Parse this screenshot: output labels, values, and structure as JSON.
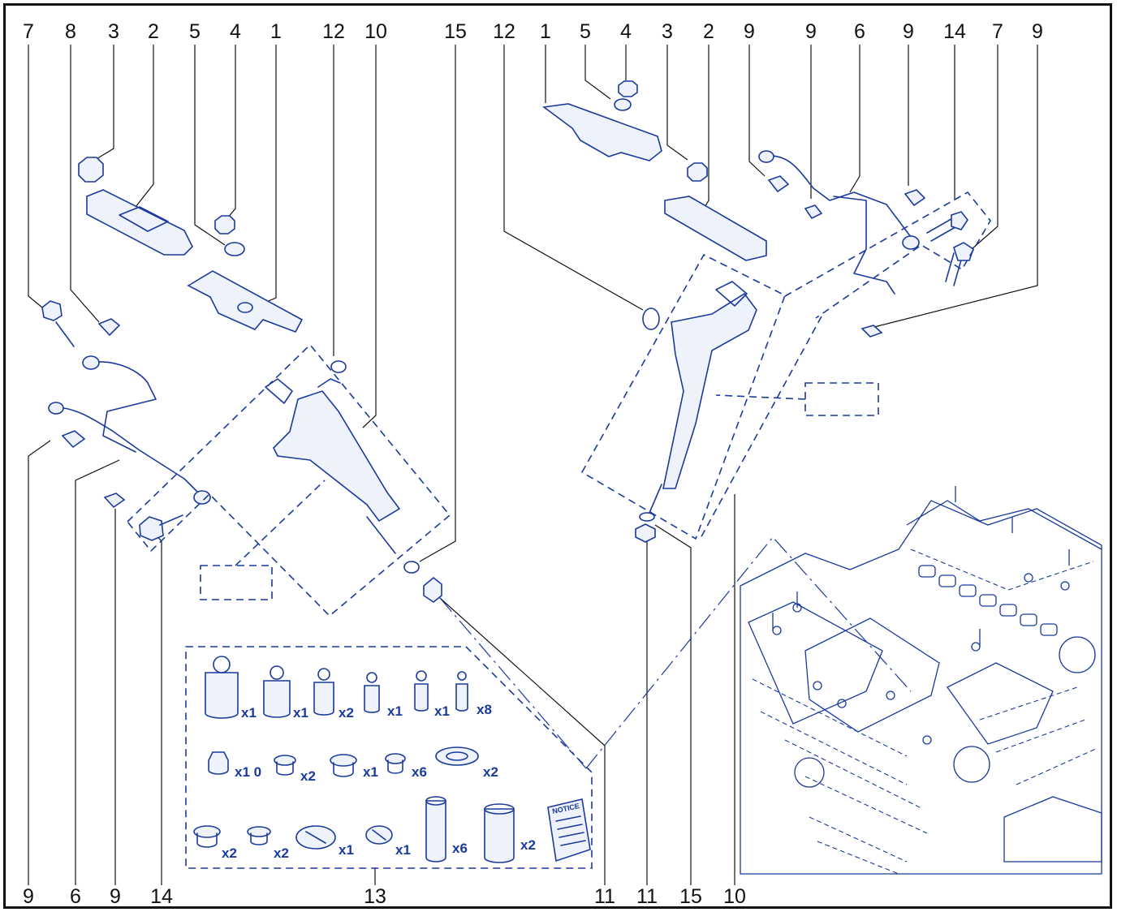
{
  "callouts": {
    "top": [
      "7",
      "8",
      "3",
      "2",
      "5",
      "4",
      "1",
      "12",
      "10",
      "15",
      "12",
      "1",
      "5",
      "4",
      "3",
      "2",
      "9",
      "9",
      "6",
      "9",
      "14",
      "7",
      "9"
    ],
    "bottom": [
      "9",
      "6",
      "9",
      "14",
      "13",
      "11",
      "11",
      "15",
      "10"
    ]
  },
  "kit": {
    "row1": [
      "x1",
      "x1",
      "x2",
      "x1",
      "x1",
      "x8"
    ],
    "row2": [
      "x1 0",
      "x2",
      "x1",
      "x6",
      "x2"
    ],
    "row3": [
      "x2",
      "x2",
      "x1",
      "x1",
      "x6",
      "x2"
    ],
    "notice_label": "NOTICE"
  },
  "colors": {
    "line": "#1a3a9c",
    "text": "#111111"
  }
}
